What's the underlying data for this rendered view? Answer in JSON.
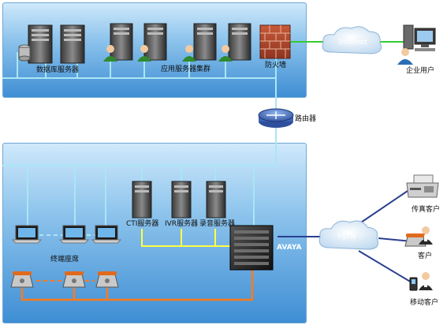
{
  "labels": {
    "db_servers": "数据库服务器",
    "app_cluster": "应用服务器集群",
    "firewall": "防火墙",
    "internet": "Internet",
    "enterprise_user": "企业用户",
    "router": "路由器",
    "cti_server": "CTI服务器",
    "ivr_server": "IVR服务器",
    "recording_server": "录音服务器",
    "terminal_seats": "终端座席",
    "avaya": "AVAYA",
    "pstn": "PSTN",
    "fax_customer": "传真客户",
    "customer": "客户",
    "mobile_customer": "移动客户"
  },
  "colors": {
    "panel_blue": "#3f8ed4",
    "lan_line": "#a9e6f5",
    "internet_line": "#33cc33",
    "pstn_line": "#2a3f8f",
    "phone_line": "#ff7a1a",
    "cti_line": "#ffff40"
  }
}
